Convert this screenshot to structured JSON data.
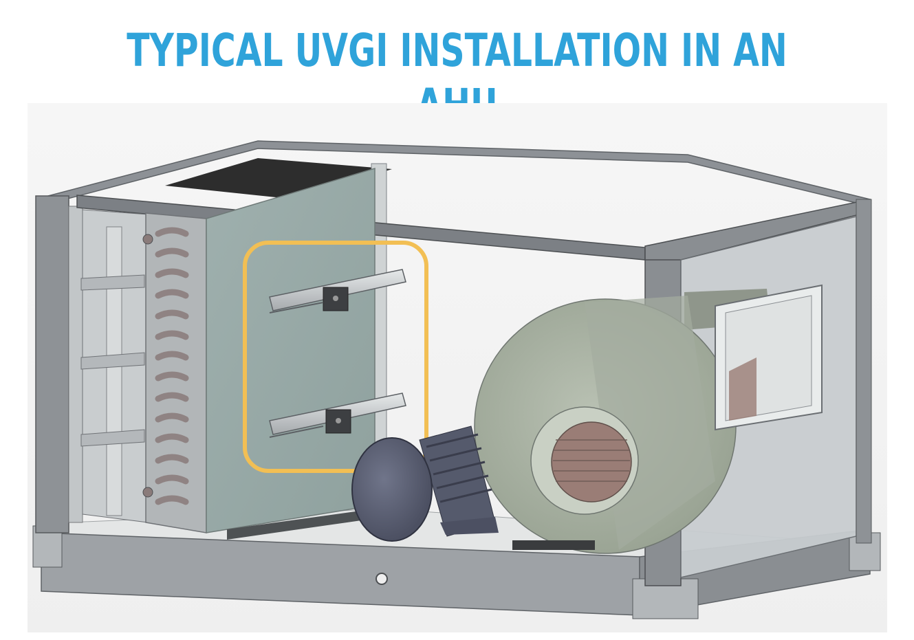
{
  "slide": {
    "title": "TYPICAL UVGI INSTALLATION IN AN AHU"
  },
  "figure": {
    "subject": "air handling unit cutaway with UV lamps",
    "components": [
      "frame-icon",
      "filter-rack-icon",
      "cooling-coil-icon",
      "uv-lamp-icon",
      "fan-motor-icon",
      "blower-icon",
      "discharge-opening-icon"
    ],
    "uv_lamp_count": 2
  },
  "colors": {
    "title": "#2fa3da",
    "highlight": "#f2bf54",
    "frame": "#8d9196",
    "panel": "#a7b4b2",
    "coil": "#9a8c8a",
    "motor": "#5c6173",
    "blower": "#a4ad9f"
  }
}
